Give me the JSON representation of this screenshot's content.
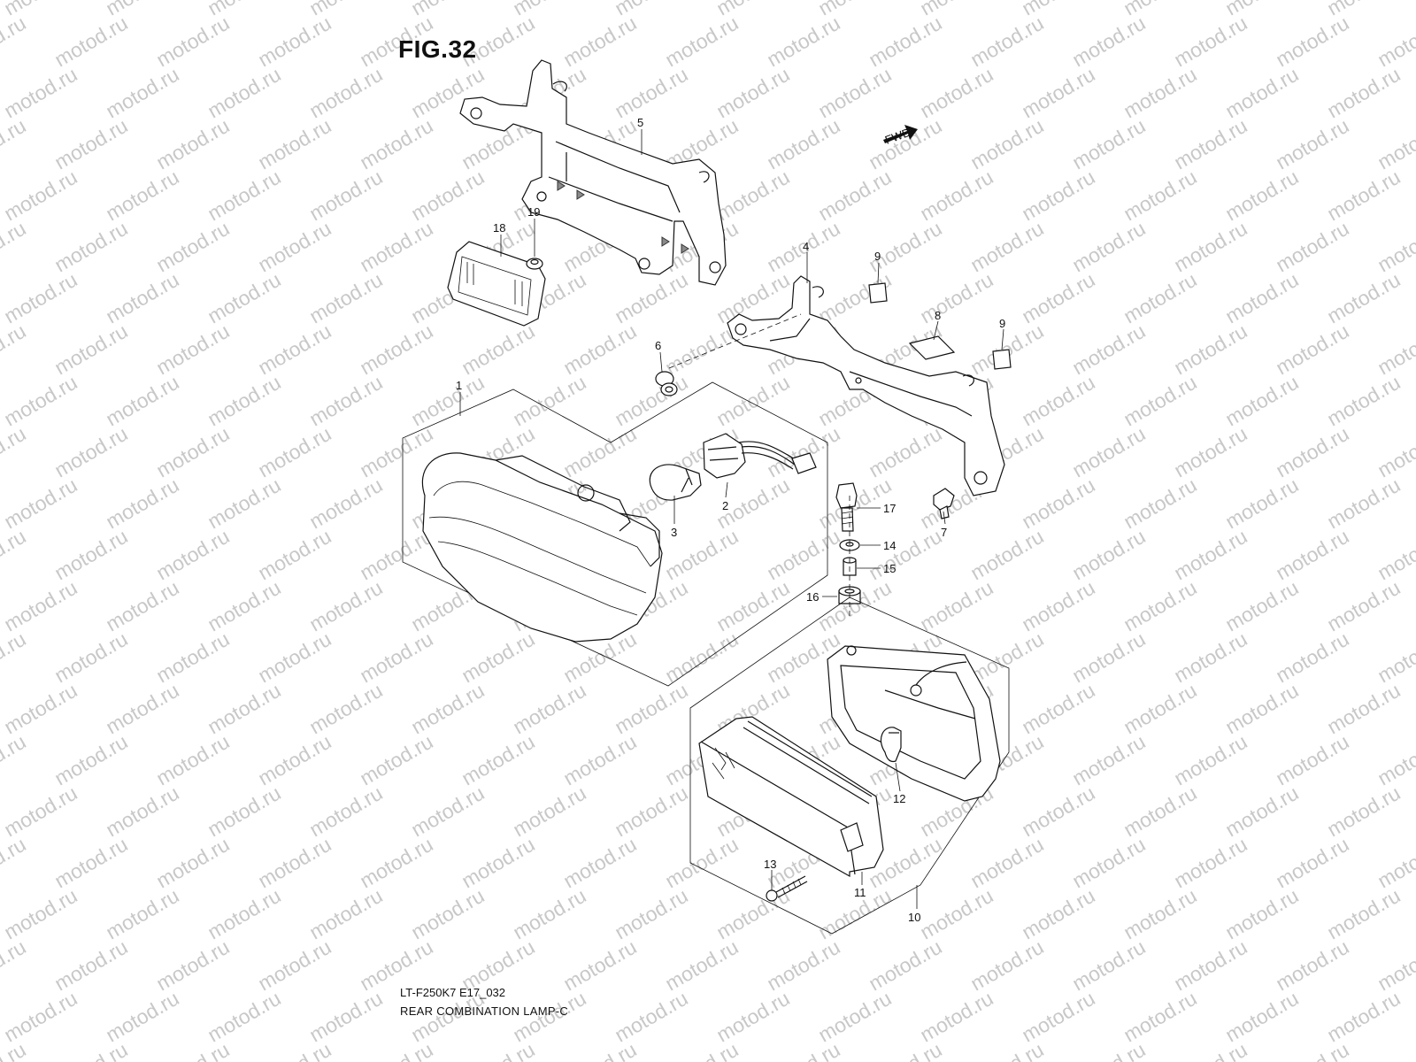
{
  "figure": {
    "title": "FIG.32",
    "model_code": "LT-F250K7 E17_032",
    "caption": "REAR COMBINATION LAMP-C"
  },
  "watermark": "motod.ru",
  "fwd_label": "FWD",
  "callouts": [
    "1",
    "2",
    "3",
    "4",
    "5",
    "6",
    "7",
    "8",
    "9",
    "9",
    "10",
    "11",
    "12",
    "13",
    "14",
    "15",
    "16",
    "17",
    "18",
    "19"
  ]
}
